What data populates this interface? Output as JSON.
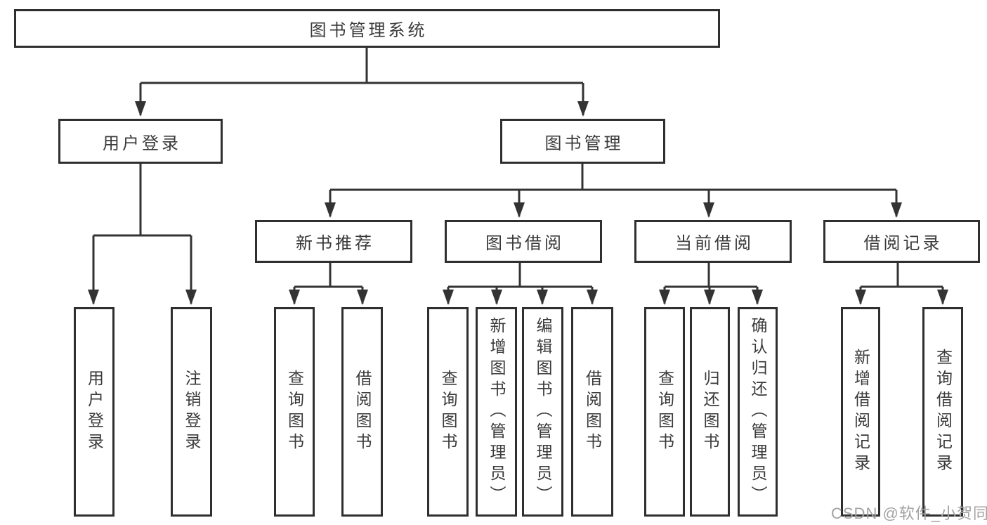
{
  "nodes": {
    "root": {
      "label": "图书管理系统"
    },
    "login": {
      "label": "用户登录"
    },
    "mgmt": {
      "label": "图书管理"
    },
    "newbook": {
      "label": "新书推荐"
    },
    "borrow": {
      "label": "图书借阅"
    },
    "current": {
      "label": "当前借阅"
    },
    "record": {
      "label": "借阅记录"
    },
    "leaves": {
      "login1": {
        "label": "用户登录"
      },
      "login2": {
        "label": "注销登录"
      },
      "new1": {
        "label": "查询图书"
      },
      "new2": {
        "label": "借阅图书"
      },
      "bor1": {
        "label": "查询图书"
      },
      "bor2": {
        "label": "新增图书（管理员）"
      },
      "bor3": {
        "label": "编辑图书（管理员）"
      },
      "bor4": {
        "label": "借阅图书"
      },
      "cur1": {
        "label": "查询图书"
      },
      "cur2": {
        "label": "归还图书"
      },
      "cur3": {
        "label": "确认归还（管理员）"
      },
      "rec1": {
        "label": "新增借阅记录"
      },
      "rec2": {
        "label": "查询借阅记录"
      }
    }
  },
  "watermark": {
    "text": "CSDN @软件_小贺同学"
  },
  "colors": {
    "line": "#333333",
    "border": "#2f2f2f",
    "text": "#3a3a3a",
    "watermark": "#a3a3a3",
    "background": "#ffffff"
  }
}
